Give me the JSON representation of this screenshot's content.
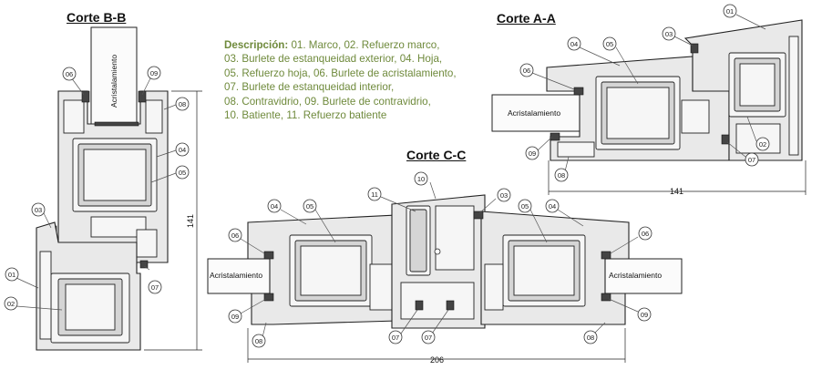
{
  "titles": {
    "bb": "Corte B-B",
    "aa": "Corte A-A",
    "cc": "Corte C-C"
  },
  "description": {
    "label": "Descripción:",
    "lines": [
      " 01. Marco, 02. Refuerzo marco,",
      "03. Burlete de estanqueidad exterior, 04. Hoja,",
      "05. Refuerzo hoja, 06. Burlete de acristalamiento,",
      "07. Burlete de estanqueidad interior,",
      "08. Contravidrio, 09. Burlete de contravidrio,",
      "10. Batiente, 11. Refuerzo batiente"
    ],
    "color": "#6f8a3c"
  },
  "glazing_label": "Acristalamiento",
  "dimensions": {
    "bb_height": "141",
    "aa_width": "141",
    "cc_width": "206"
  },
  "callouts": {
    "c01": "01",
    "c02": "02",
    "c03": "03",
    "c04": "04",
    "c05": "05",
    "c06": "06",
    "c07": "07",
    "c08": "08",
    "c09": "09",
    "c10": "10",
    "c11": "11"
  }
}
